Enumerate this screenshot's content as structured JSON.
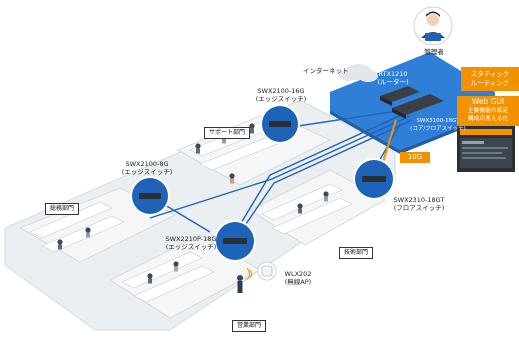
{
  "manager": {
    "label": "管理者"
  },
  "internet": {
    "label": "インターネット"
  },
  "router": {
    "model": "RTX1210",
    "role": "(ルーター)"
  },
  "core_switch": {
    "model": "SWX3100-18GT",
    "role": "(コア/フロアスイッチ)"
  },
  "floor_switch": {
    "model": "SWX2310-18GT",
    "role": "(フロアスイッチ)"
  },
  "edge_16g": {
    "model": "SWX2100-16G",
    "role": "(エッジスイッチ)"
  },
  "edge_8g": {
    "model": "SWX2100-8G",
    "role": "(エッジスイッチ)"
  },
  "poe_switch": {
    "model": "SWX2210P-18G",
    "role": "(エッジスイッチ)"
  },
  "wlx": {
    "model": "WLX202",
    "role": "(無線AP)"
  },
  "static_routing": {
    "line1": "スタティック",
    "line2": "ルーティング"
  },
  "web_gui": {
    "title": "Web GUI",
    "line1": "主要機能の設定",
    "line2": "構成の見える化"
  },
  "link_speed": {
    "label": "10G"
  },
  "departments": {
    "support": "サポート部門",
    "general": "総務部門",
    "tech": "技術部門",
    "sales": "営業部門"
  },
  "colors": {
    "floor_blue": "#2f7fd8",
    "accent_orange": "#f39200",
    "switch_circle": "#1e63b8",
    "office_floor": "#eceff2"
  }
}
